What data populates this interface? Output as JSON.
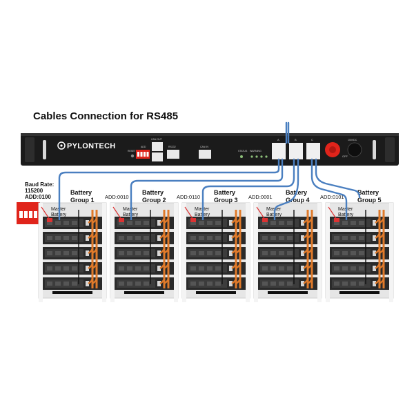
{
  "diagram": {
    "title": "Cables Connection for RS485",
    "brand": "PYLONTECH",
    "panel_labels": {
      "reset": "RESET",
      "add": "ADD",
      "can_out": "CAN OUT",
      "rs232": "RS232",
      "can_in": "CAN IN",
      "status": "STATUS",
      "warning": "WARNING",
      "voltage": "100VDC",
      "off": "OFF",
      "port_a": "A",
      "port_b": "B",
      "port_c": "C"
    },
    "baud": {
      "line1": "Baud Rate:",
      "line2": "115200",
      "line3": "ADD:0100"
    },
    "groups": [
      {
        "name": "Battery Group 1",
        "name_line1": "Battery",
        "name_line2": "Group 1",
        "address": "",
        "master": "Master",
        "master2": "Battery"
      },
      {
        "name": "Battery Group 2",
        "name_line1": "Battery",
        "name_line2": "Group 2",
        "address": "ADD:0010",
        "master": "Master",
        "master2": "Battery"
      },
      {
        "name": "Battery Group 3",
        "name_line1": "Battery",
        "name_line2": "Group 3",
        "address": "ADD:0110",
        "master": "Master",
        "master2": "Battery"
      },
      {
        "name": "Battery Group 4",
        "name_line1": "Battery",
        "name_line2": "Group 4",
        "address": "ADD:0001",
        "master": "Master",
        "master2": "Battery"
      },
      {
        "name": "Battery Group 5",
        "name_line1": "Battery",
        "name_line2": "Group 5",
        "address": "ADD:0101",
        "master": "Master",
        "master2": "Battery"
      }
    ],
    "colors": {
      "cable": "#4a7fc0",
      "chassis": "#1b1b1b",
      "battery": "#2a2a2a",
      "rack": "#e6e6e6",
      "power_cable": "#e07a2a",
      "dip": "#e0241b"
    },
    "modules_per_group": 5
  }
}
